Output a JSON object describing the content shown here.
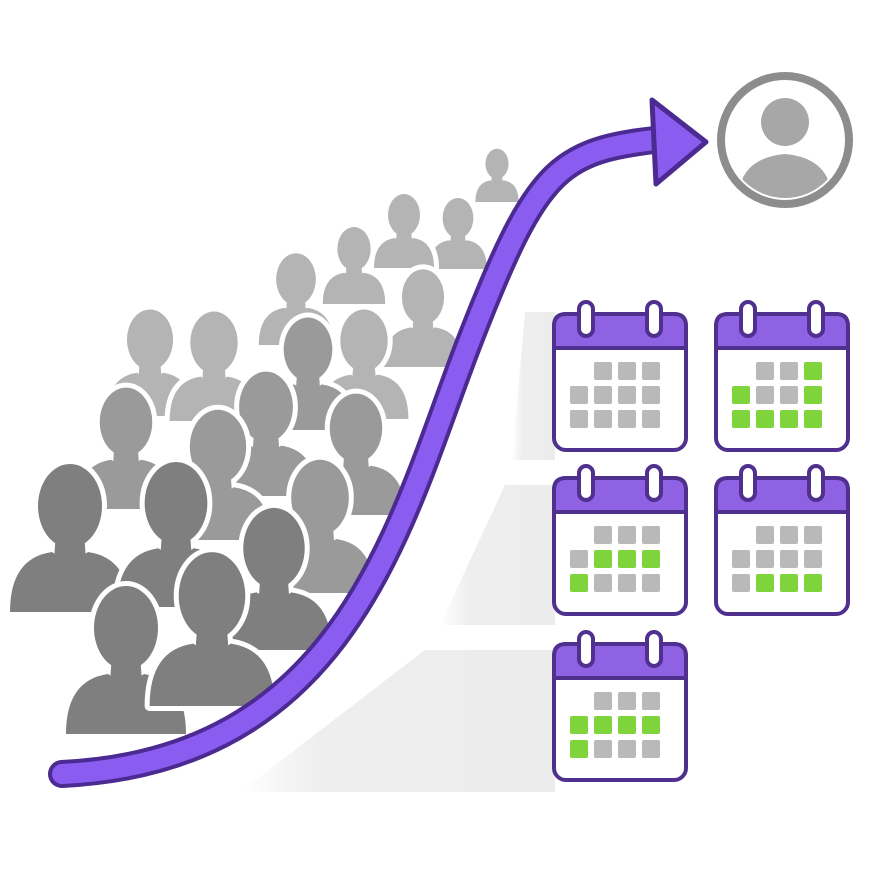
{
  "colors": {
    "background": "#ffffff",
    "arrow_fill": "#8b5cf0",
    "arrow_outline": "#4b2a91",
    "person_light": "#b4b4b4",
    "person_mid": "#9a9a9a",
    "person_dark": "#7f7f7f",
    "person_outline": "#ffffff",
    "avatar_fill": "#a7a7a7",
    "avatar_ring": "#8d8d8d",
    "calendar_header": "#8e62e3",
    "calendar_border": "#50308f",
    "calendar_body": "#ffffff",
    "day_inactive": "#b9b9b9",
    "day_active": "#7fd33b",
    "step_shadow": "#ececec"
  },
  "icons": {
    "crowd": "people-silhouette-icon",
    "target": "user-avatar-icon",
    "growth": "curved-arrow-icon",
    "schedule": "calendar-icon"
  },
  "calendars": [
    {
      "active_days": []
    },
    {
      "active_days": [
        2,
        3,
        6,
        7,
        8,
        9,
        10
      ]
    },
    {
      "active_days": [
        4,
        5,
        6,
        7
      ]
    },
    {
      "active_days": [
        8,
        9,
        10
      ]
    },
    {
      "active_days": [
        3,
        4,
        5,
        6,
        7
      ]
    }
  ]
}
